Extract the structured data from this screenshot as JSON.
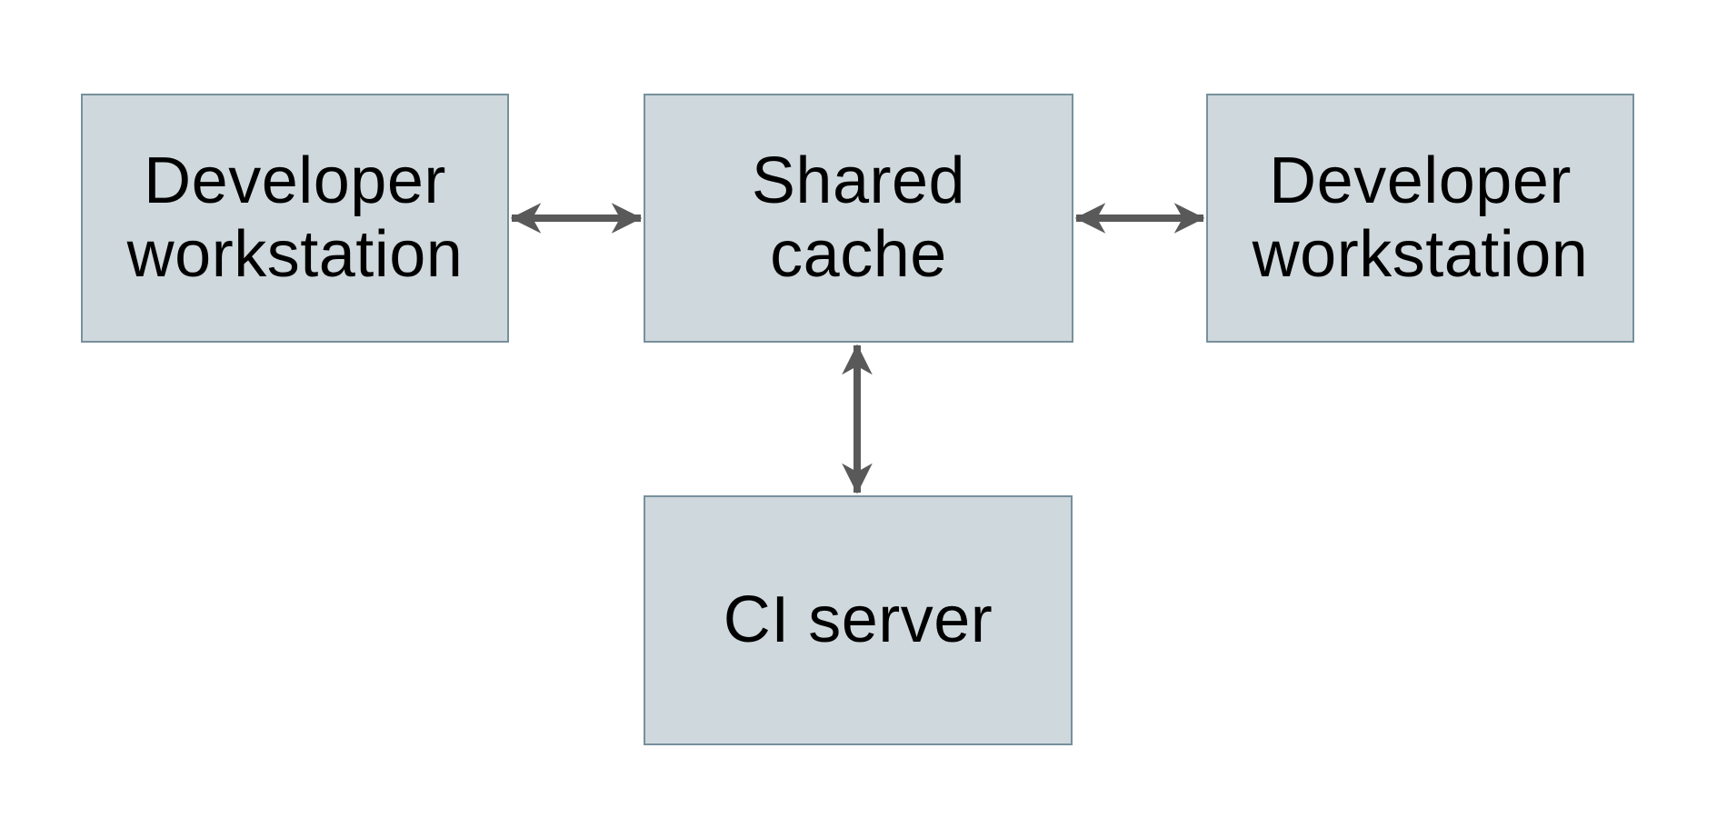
{
  "diagram": {
    "nodes": [
      {
        "id": "developer-workstation-left",
        "label": "Developer\nworkstation"
      },
      {
        "id": "shared-cache",
        "label": "Shared\ncache"
      },
      {
        "id": "developer-workstation-right",
        "label": "Developer\nworkstation"
      },
      {
        "id": "ci-server",
        "label": "CI server"
      }
    ],
    "edges": [
      {
        "from": "developer-workstation-left",
        "to": "shared-cache",
        "type": "bidirectional-arrow"
      },
      {
        "from": "shared-cache",
        "to": "developer-workstation-right",
        "type": "bidirectional-arrow"
      },
      {
        "from": "shared-cache",
        "to": "ci-server",
        "type": "bidirectional-arrow"
      }
    ],
    "colors": {
      "node_fill": "#cfd8dc",
      "node_border": "#78909c",
      "arrow": "#595959",
      "text": "#000000",
      "background": "#ffffff"
    }
  }
}
